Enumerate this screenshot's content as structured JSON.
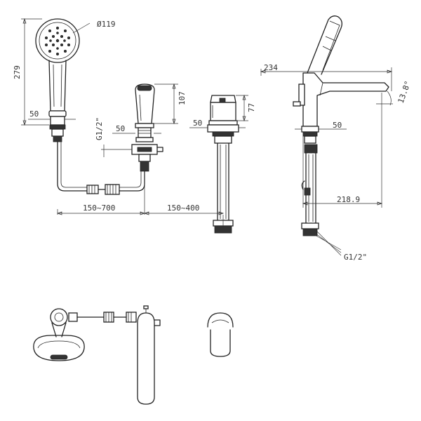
{
  "dimensions": {
    "hand_shower_diameter": "Ø119",
    "hand_shower_height": "279",
    "hand_shower_base": "50",
    "thread_size": "G1/2\"",
    "spout_base": "50",
    "spout_height": "107",
    "valve_base": "50",
    "valve_height": "77",
    "hose_length": "150~700",
    "spacing": "150~400",
    "side_total_length": "234",
    "side_base": "50",
    "side_angle": "13.8°",
    "side_reach": "218.9",
    "side_thread": "G1/2\""
  }
}
